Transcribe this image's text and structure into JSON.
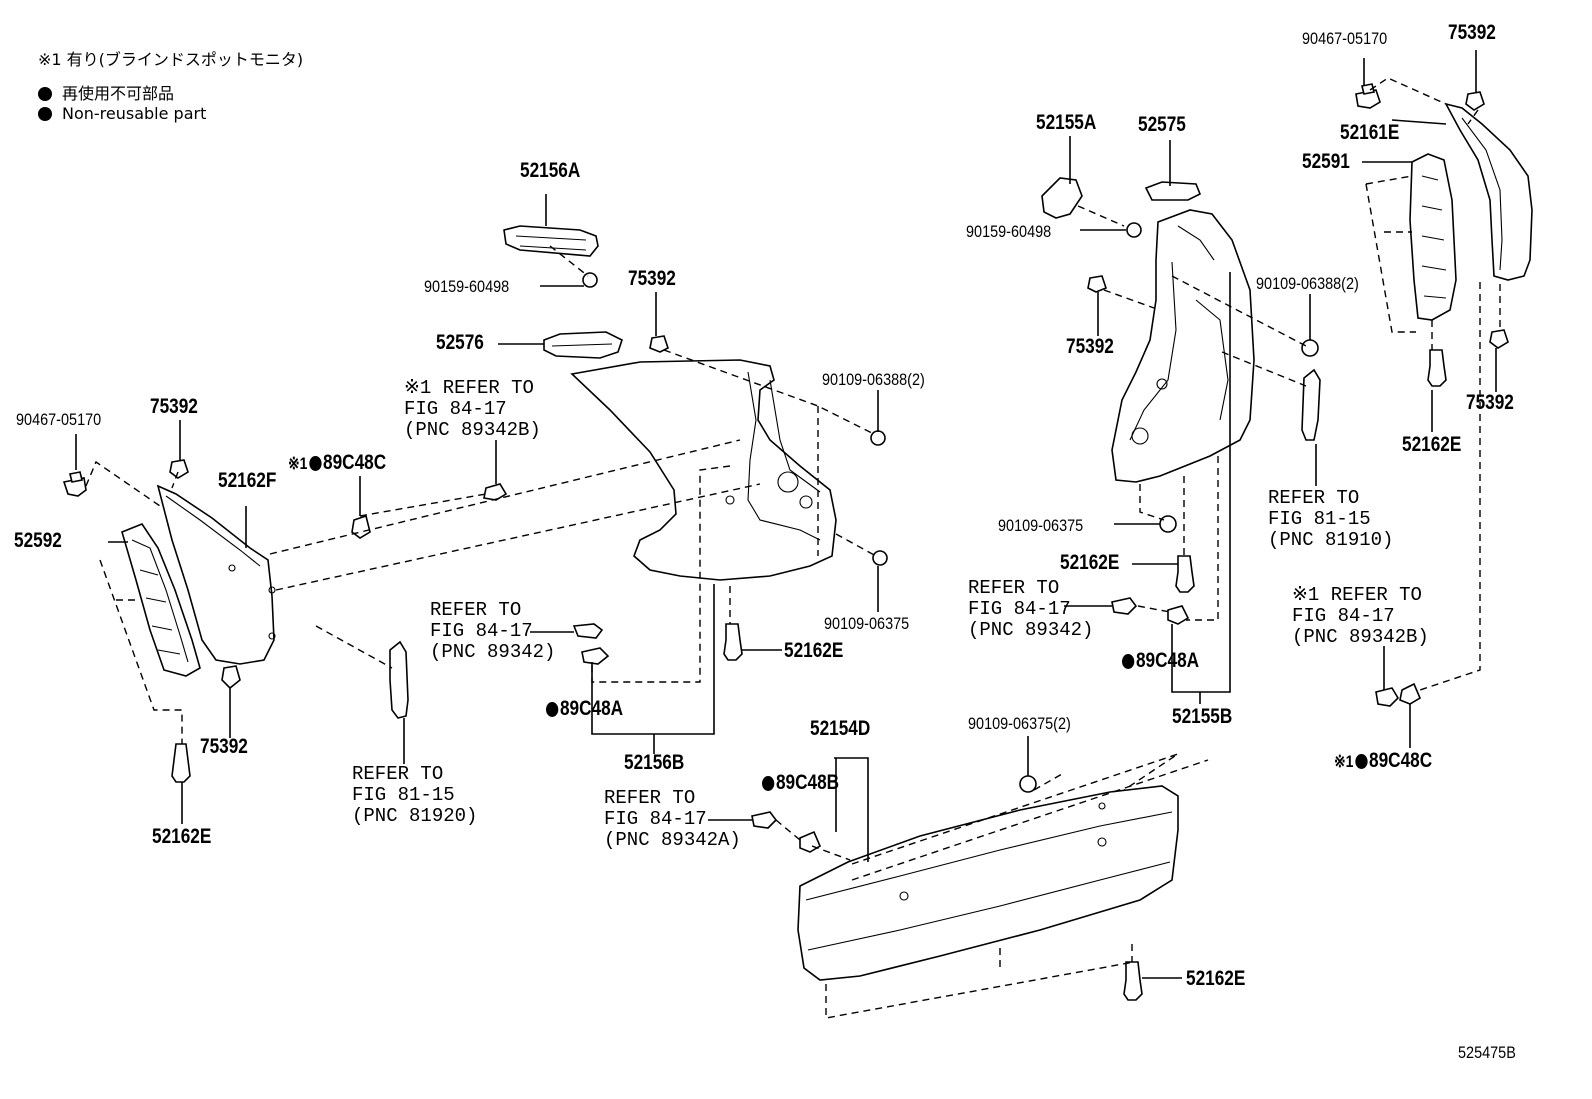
{
  "legend": {
    "note_1": "※1 有り(ブラインドスポットモニタ)",
    "non_reusable_ja": "再使用不可部品",
    "non_reusable_en": "Non-reusable part"
  },
  "figure_id": "525475B",
  "labels": {
    "l_90467_05170_right": "90467-05170",
    "l_75392_top_right": "75392",
    "l_52161E": "52161E",
    "l_52591": "52591",
    "l_52155A": "52155A",
    "l_52575": "52575",
    "l_90159_60498_right": "90159-60498",
    "l_90109_06388_2_right": "90109-06388(2)",
    "l_75392_mid_right": "75392",
    "l_75392_right_lower": "75392",
    "l_52162E_right_top": "52162E",
    "l_refer_81910": "REFER TO\nFIG 81-15\n(PNC 81910)",
    "l_90109_06375_right": "90109-06375",
    "l_52162E_right_mid": "52162E",
    "l_refer_89342_right": "REFER TO\nFIG 84-17\n(PNC 89342)",
    "l_89C48A_right": "89C48A",
    "l_52155B": "52155B",
    "l_refer_89342B_right": "REFER TO\nFIG 84-17\n(PNC 89342B)",
    "l_89C48C_right": "89C48C",
    "l_52156A": "52156A",
    "l_90159_60498_left": "90159-60498",
    "l_75392_center": "75392",
    "l_52576": "52576",
    "l_90109_06388_2_center": "90109-06388(2)",
    "l_refer_89342B_center": "REFER TO\nFIG 84-17\n(PNC 89342B)",
    "l_90109_06375_center": "90109-06375",
    "l_90467_05170_left": "90467-05170",
    "l_75392_left_top": "75392",
    "l_89C48C_left": "89C48C",
    "l_52162F": "52162F",
    "l_52592": "52592",
    "l_75392_left_bottom": "75392",
    "l_52162E_left": "52162E",
    "l_refer_81920": "REFER TO\nFIG 81-15\n(PNC 81920)",
    "l_refer_89342_center": "REFER TO\nFIG 84-17\n(PNC 89342)",
    "l_89C48A_center": "89C48A",
    "l_52156B": "52156B",
    "l_52162E_center": "52162E",
    "l_52154D": "52154D",
    "l_90109_06375_2_bottom": "90109-06375(2)",
    "l_89C48B": "89C48B",
    "l_refer_89342A": "REFER TO\nFIG 84-17\n(PNC 89342A)",
    "l_52162E_bottom": "52162E"
  },
  "markers": {
    "note_mark": "※1"
  }
}
